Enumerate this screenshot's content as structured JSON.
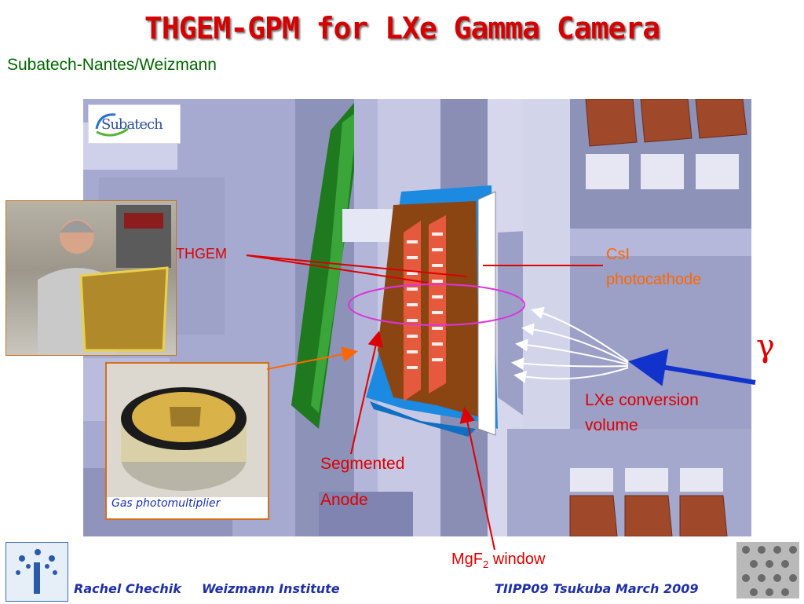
{
  "slide": {
    "title": "THGEM-GPM for LXe Gamma Camera",
    "subtitle": "Subatech-Nantes/Weizmann"
  },
  "logo": {
    "text": "Subatech"
  },
  "labels": {
    "thgem": "THGEM",
    "csi_line1": "CsI",
    "csi_line2": "photocathode",
    "gamma": "γ",
    "lxe_line1": "LXe conversion",
    "lxe_line2": "volume",
    "segmented": "Segmented",
    "anode": "Anode",
    "mgf2_main": "MgF",
    "mgf2_sub": "2",
    "mgf2_rest": " window",
    "gas_pm": "Gas photomultiplier"
  },
  "footer": {
    "author": "Rachel Chechik",
    "institute": "Weizmann Institute",
    "conference": "TIIPP09 Tsukuba March 2009"
  },
  "colors": {
    "title": "#d40000",
    "subtitle": "#006600",
    "annotation_red": "#dd0000",
    "annotation_orange": "#ff6600",
    "gamma_arrow": "#1133cc",
    "footer": "#1f2fa8"
  }
}
